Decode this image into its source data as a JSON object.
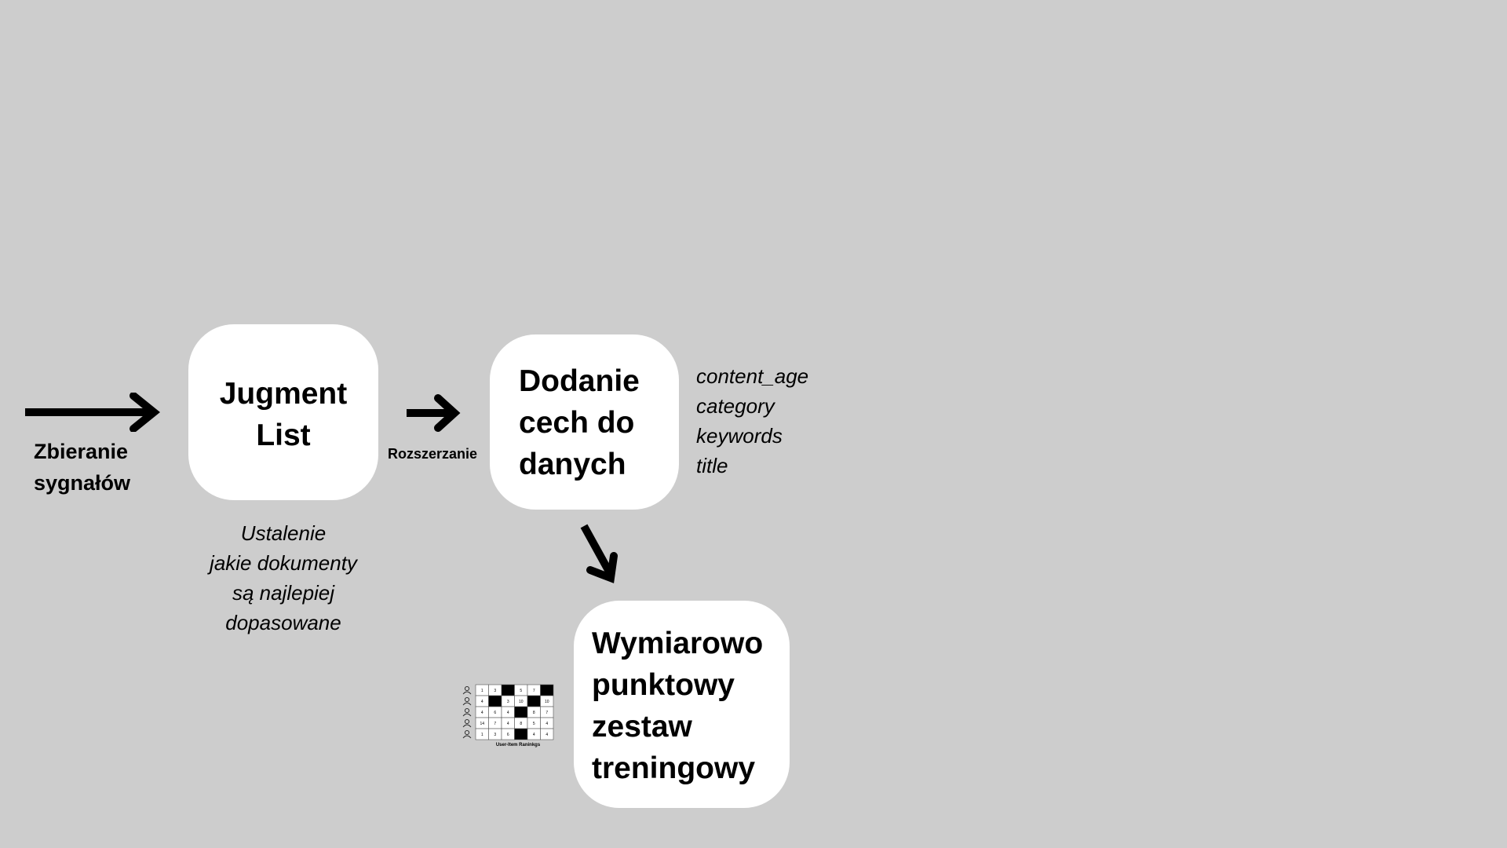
{
  "signals_label": "Zbieranie\nsygnałów",
  "judgment_box": "Jugment\nList",
  "judgment_note": "Ustalenie\njakie dokumenty\nsą najlepiej\ndopasowane",
  "expand_label": "Rozszerzanie",
  "features_box": "Dodanie\ncech do\ndanych",
  "feature_list": [
    "content_age",
    "category",
    "keywords",
    "title"
  ],
  "training_box": "Wymiarowo\npunktowy\nzestaw\ntreningowy",
  "matrix": {
    "caption": "User-Item Raninkgs",
    "icons": [
      "person-icon",
      "person-icon",
      "person-icon",
      "person-icon",
      "user-circle-icon"
    ],
    "rows": [
      [
        "1",
        "3",
        "",
        "5",
        "7",
        ""
      ],
      [
        "4",
        "",
        "3",
        "10",
        "",
        "10"
      ],
      [
        "4",
        "6",
        "4",
        "",
        "8",
        "7"
      ],
      [
        "14",
        "7",
        "4",
        "8",
        "5",
        "4"
      ],
      [
        "1",
        "3",
        "6",
        "",
        "4",
        "4"
      ]
    ],
    "filled_cells": [
      [
        0,
        2
      ],
      [
        0,
        5
      ],
      [
        1,
        1
      ],
      [
        1,
        4
      ],
      [
        2,
        3
      ],
      [
        4,
        3
      ]
    ]
  },
  "colors": {
    "background": "#cdcdcd",
    "box": "#ffffff",
    "ink": "#000000"
  }
}
